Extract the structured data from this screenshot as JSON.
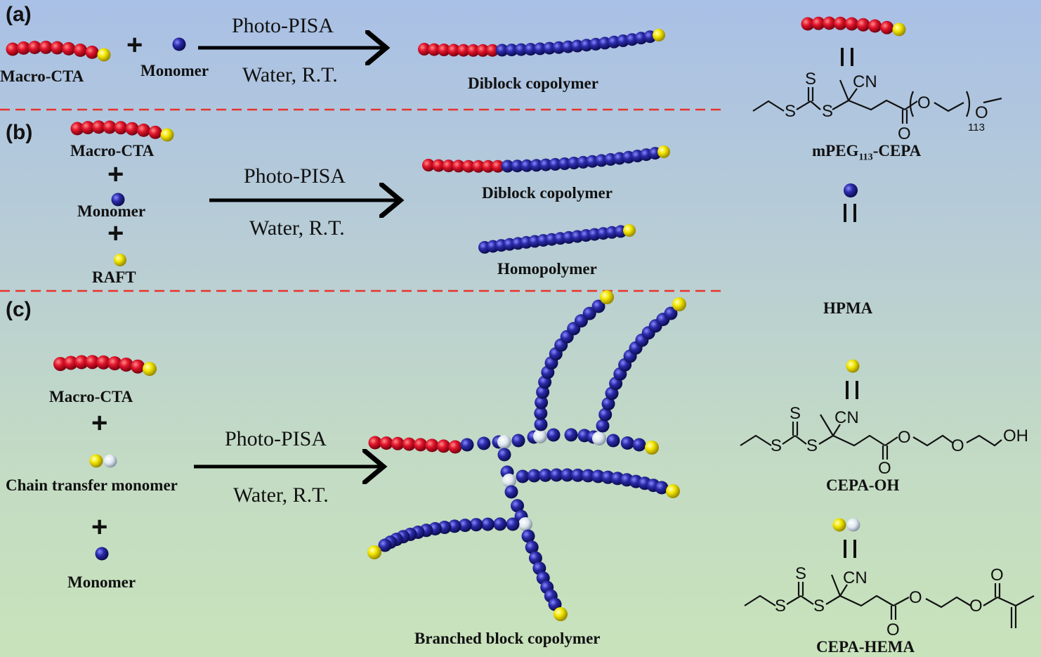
{
  "panels": {
    "a": {
      "tag": "(a)",
      "macro_cta": "Macro-CTA",
      "plus": "+",
      "monomer": "Monomer",
      "arrow_top": "Photo-PISA",
      "arrow_bottom": "Water, R.T.",
      "product": "Diblock copolymer"
    },
    "b": {
      "tag": "(b)",
      "macro_cta": "Macro-CTA",
      "plus1": "+",
      "monomer": "Monomer",
      "plus2": "+",
      "raft": "RAFT",
      "arrow_top": "Photo-PISA",
      "arrow_bottom": "Water, R.T.",
      "product1": "Diblock copolymer",
      "product2": "Homopolymer"
    },
    "c": {
      "tag": "(c)",
      "macro_cta": "Macro-CTA",
      "plus1": "+",
      "ctm": "Chain transfer monomer",
      "plus2": "+",
      "monomer": "Monomer",
      "arrow_top": "Photo-PISA",
      "arrow_bottom": "Water, R.T.",
      "product": "Branched block copolymer"
    }
  },
  "legend": {
    "equals": "=",
    "mpeg_name": "mPEG",
    "mpeg_sub": "113",
    "mpeg_suffix": "-CEPA",
    "hpma": "HPMA",
    "cepa_oh": "CEPA-OH",
    "cepa_hema": "CEPA-HEMA",
    "atom_s": "S",
    "atom_cn": "CN",
    "atom_o": "O",
    "atom_oh": "OH",
    "repeat_n": "113"
  },
  "colors": {
    "macro_cta_bead": "#e0142a",
    "monomer_bead": "#2a2aa8",
    "raft_bead": "#f2e600",
    "ctm_bead": "#dde6ee",
    "divider": "#e8332c"
  }
}
